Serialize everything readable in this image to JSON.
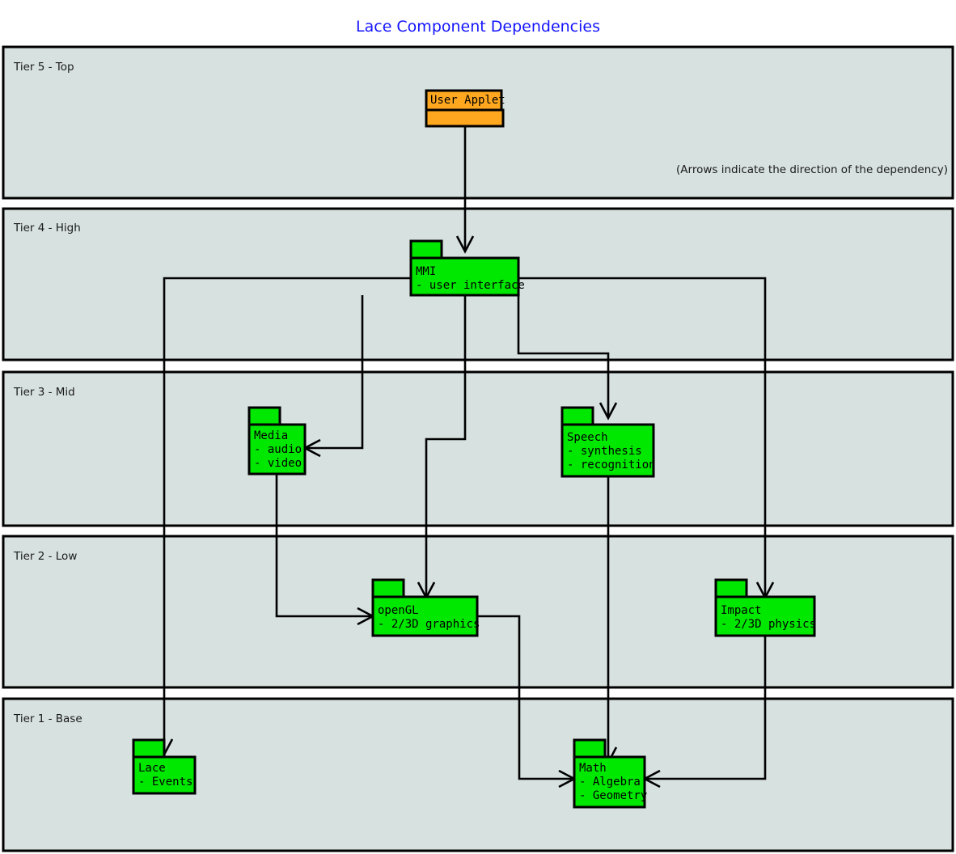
{
  "title": "Lace Component Dependencies",
  "note": "(Arrows indicate the direction of the dependency)",
  "colors": {
    "title": "#1414ff",
    "tier_fill": "#d7e1e0",
    "package_fill": "#00e800",
    "applet_fill": "#ffa81f",
    "stroke": "#000000",
    "page_background": "#ffffff"
  },
  "tiers": [
    {
      "id": "tier5",
      "label": "Tier 5 - Top"
    },
    {
      "id": "tier4",
      "label": "Tier 4 - High"
    },
    {
      "id": "tier3",
      "label": "Tier 3 - Mid"
    },
    {
      "id": "tier2",
      "label": "Tier 2 - Low"
    },
    {
      "id": "tier1",
      "label": "Tier 1 - Base"
    }
  ],
  "packages": [
    {
      "id": "user-applet",
      "tier": "tier5",
      "name": "User Applet",
      "details": [],
      "fill": "#ffa81f"
    },
    {
      "id": "mmi",
      "tier": "tier4",
      "name": "MMI",
      "details": [
        "- user interface"
      ],
      "fill": "#00e800"
    },
    {
      "id": "media",
      "tier": "tier3",
      "name": "Media",
      "details": [
        "- audio",
        "- video"
      ],
      "fill": "#00e800"
    },
    {
      "id": "speech",
      "tier": "tier3",
      "name": "Speech",
      "details": [
        "- synthesis",
        "- recognition"
      ],
      "fill": "#00e800"
    },
    {
      "id": "opengl",
      "tier": "tier2",
      "name": "openGL",
      "details": [
        "- 2/3D graphics"
      ],
      "fill": "#00e800"
    },
    {
      "id": "impact",
      "tier": "tier2",
      "name": "Impact",
      "details": [
        "- 2/3D physics"
      ],
      "fill": "#00e800"
    },
    {
      "id": "lace",
      "tier": "tier1",
      "name": "Lace",
      "details": [
        "- Events"
      ],
      "fill": "#00e800"
    },
    {
      "id": "math",
      "tier": "tier1",
      "name": "Math",
      "details": [
        "- Algebra",
        "- Geometry"
      ],
      "fill": "#00e800"
    }
  ],
  "dependencies": [
    {
      "from": "user-applet",
      "to": "mmi"
    },
    {
      "from": "mmi",
      "to": "lace"
    },
    {
      "from": "mmi",
      "to": "media"
    },
    {
      "from": "mmi",
      "to": "opengl"
    },
    {
      "from": "mmi",
      "to": "speech"
    },
    {
      "from": "mmi",
      "to": "impact"
    },
    {
      "from": "media",
      "to": "opengl"
    },
    {
      "from": "speech",
      "to": "math"
    },
    {
      "from": "opengl",
      "to": "math"
    },
    {
      "from": "impact",
      "to": "math"
    }
  ]
}
